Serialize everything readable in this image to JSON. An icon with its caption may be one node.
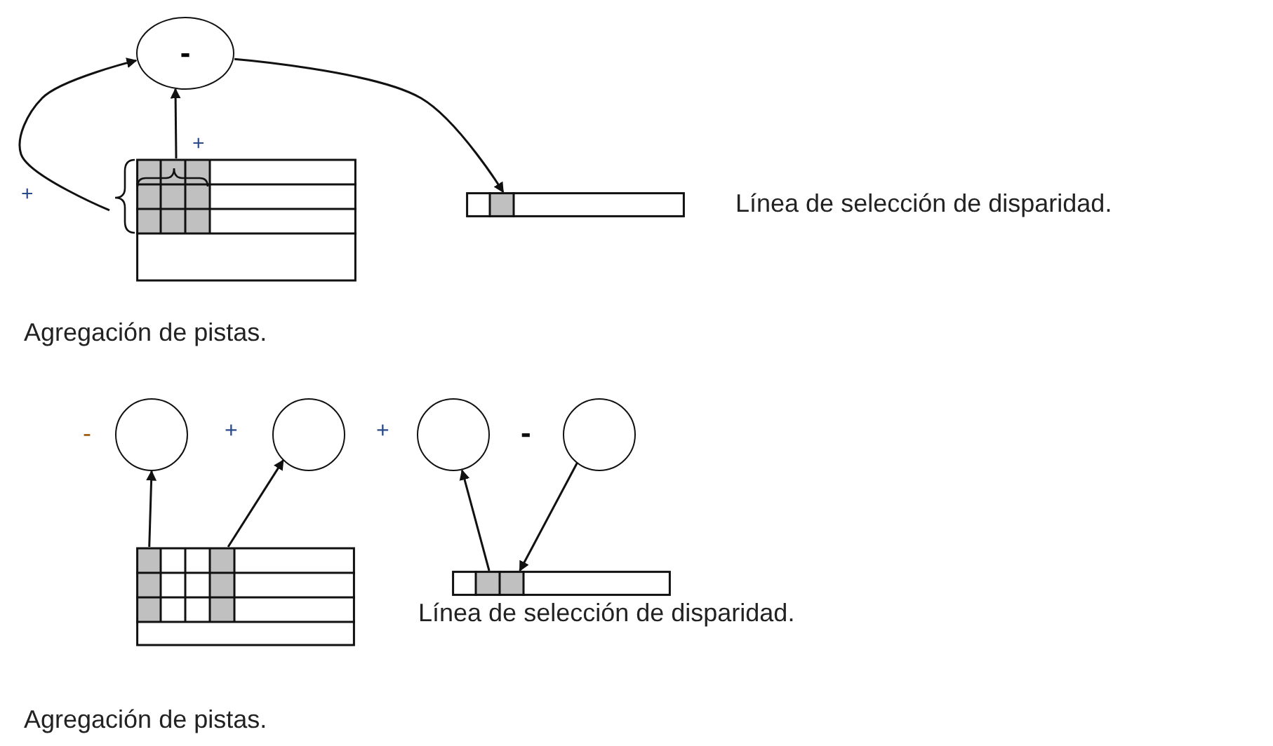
{
  "diagram": {
    "nodes": [
      {
        "text": [
          "-"
        ]
      },
      {
        "text": [],
        "shape": "box"
      },
      {
        "text": [],
        "shape": "bar"
      },
      {
        "text": [],
        "shape": "circle"
      },
      {
        "text": [],
        "shape": "circle"
      },
      {
        "text": [],
        "shape": "circle"
      },
      {
        "text": [],
        "shape": "circle"
      },
      {
        "text": [],
        "shape": "box"
      },
      {
        "text": [],
        "shape": "bar"
      }
    ],
    "edges": [
      {
        "from": 1,
        "to": 0,
        "arrow": "to",
        "label": "+"
      },
      {
        "from": 1,
        "to": 0,
        "arrow": "to",
        "label": "+"
      },
      {
        "from": 0,
        "to": 2,
        "arrow": "to"
      },
      {
        "from": 7,
        "to": 3,
        "arrow": "to"
      },
      {
        "from": 7,
        "to": 4,
        "arrow": "to"
      },
      {
        "from": 8,
        "to": 5,
        "arrow": "to"
      },
      {
        "from": 6,
        "to": 8,
        "arrow": "to"
      }
    ],
    "labels": [
      "Línea de selección de disparidad.",
      "Agregación de pistas.",
      "-",
      "+",
      "+",
      "-",
      "Línea de selección de disparidad.",
      "Agregación de pistas."
    ]
  }
}
